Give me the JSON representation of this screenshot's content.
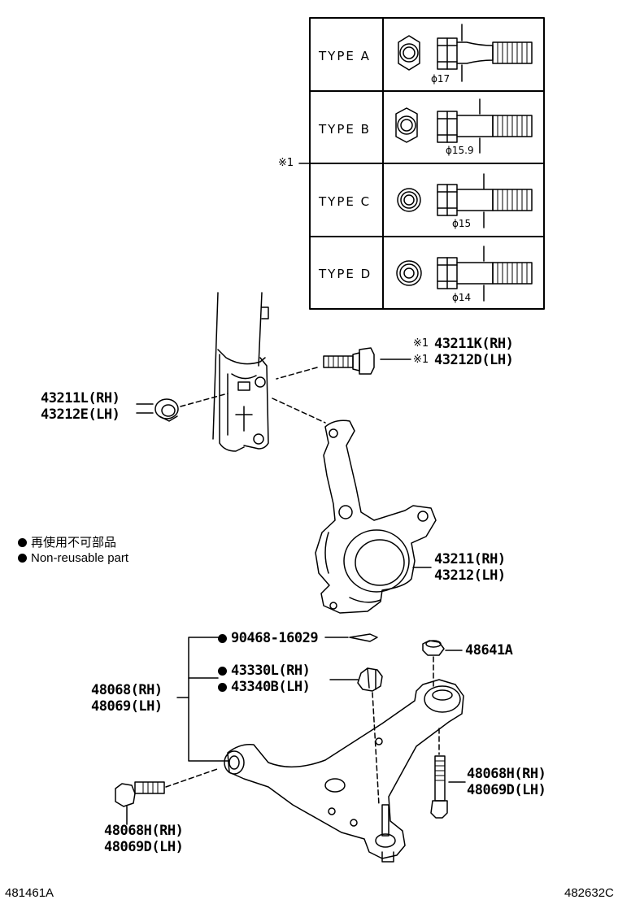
{
  "type_table": {
    "reference_mark": "※1",
    "rows": [
      {
        "label": "TYPE  A",
        "diameter": "ϕ17"
      },
      {
        "label": "TYPE  B",
        "diameter": "ϕ15.9"
      },
      {
        "label": "TYPE  C",
        "diameter": "ϕ15"
      },
      {
        "label": "TYPE  D",
        "diameter": "ϕ14"
      }
    ]
  },
  "parts": {
    "bolt_mark_1": "※1",
    "bolt_mark_2": "※1",
    "bolt_rh": "43211K(RH)",
    "bolt_lh": "43212D(LH)",
    "nut_rh": "43211L(RH)",
    "nut_lh": "43212E(LH)",
    "knuckle_rh": "43211(RH)",
    "knuckle_lh": "43212(LH)",
    "cotter_pin": "90468-16029",
    "nut_l_rh": "43330L(RH)",
    "nut_b_lh": "43340B(LH)",
    "arm_rh": "48068(RH)",
    "arm_lh": "48069(LH)",
    "arm_nut": "48641A",
    "arm_bolt_right_rh": "48068H(RH)",
    "arm_bolt_right_lh": "48069D(LH)",
    "arm_bolt_left_rh": "48068H(RH)",
    "arm_bolt_left_lh": "48069D(LH)"
  },
  "legend": {
    "japanese": "再使用不可部品",
    "english": "Non-reusable part"
  },
  "codes": {
    "left": "481461A",
    "right": "482632C"
  }
}
